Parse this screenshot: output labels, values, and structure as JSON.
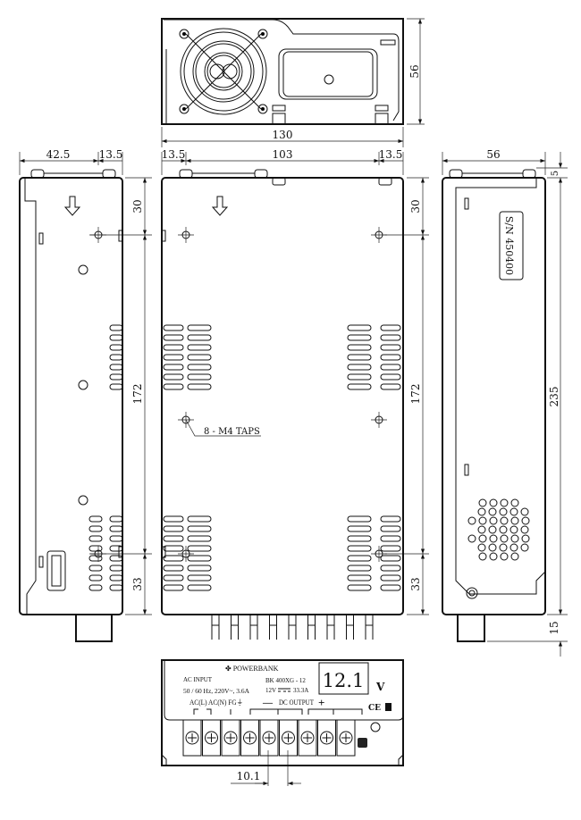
{
  "dimensions": {
    "top_height": "56",
    "overall_width": "130",
    "front_margin_left": "13.5",
    "front_tap_spacing": "103",
    "front_margin_right": "13.5",
    "side_depth_left": "42.5",
    "side_offset": "13.5",
    "right_view_width": "56",
    "right_top_gap": "5",
    "tap_top": "30",
    "tap_spacing": "172",
    "tap_bottom": "33",
    "overall_length": "235",
    "connector_length": "15",
    "terminal_pitch": "10.1"
  },
  "callout": "8 - M4 TAPS",
  "serial_label": "S/N 450400",
  "label_panel": {
    "brand": "POWERBANK",
    "ac_input_title": "AC INPUT",
    "ac_input_spec": "50 / 60 Hz, 220V~, 3.6A",
    "model": "BK 400XG - 12",
    "output_voltage": "12V",
    "output_current": "33.3A",
    "voltage_display": "12.1",
    "voltage_unit": "V",
    "terminal_labels": "AC(L) AC(N) FG⏚",
    "minus_sign": "—",
    "dc_output": "DC OUTPUT",
    "plus_sign": "+",
    "ce_mark": "CE",
    "terminal_count": 9
  }
}
